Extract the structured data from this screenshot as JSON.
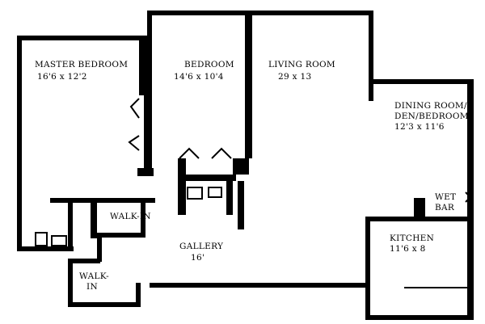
{
  "rooms": [
    {
      "id": "master-bedroom",
      "name": "MASTER BEDROOM",
      "size": "16'6 x 12'2"
    },
    {
      "id": "bedroom",
      "name": "BEDROOM",
      "size": "14'6 x 10'4"
    },
    {
      "id": "living-room",
      "name": "LIVING ROOM",
      "size": "29 x 13"
    },
    {
      "id": "dining-room",
      "name_line1": "DINING ROOM/",
      "name_line2": "DEN/BEDROOM",
      "size": "12'3 x 11'6"
    },
    {
      "id": "wet-bar",
      "name_line1": "WET",
      "name_line2": "BAR"
    },
    {
      "id": "kitchen",
      "name": "KITCHEN",
      "size": "11'6 x 8"
    },
    {
      "id": "walk-in-1",
      "name": "WALK-IN"
    },
    {
      "id": "walk-in-2",
      "name_line1": "WALK-",
      "name_line2": "IN"
    },
    {
      "id": "gallery",
      "name": "GALLERY",
      "size": "16'"
    }
  ]
}
